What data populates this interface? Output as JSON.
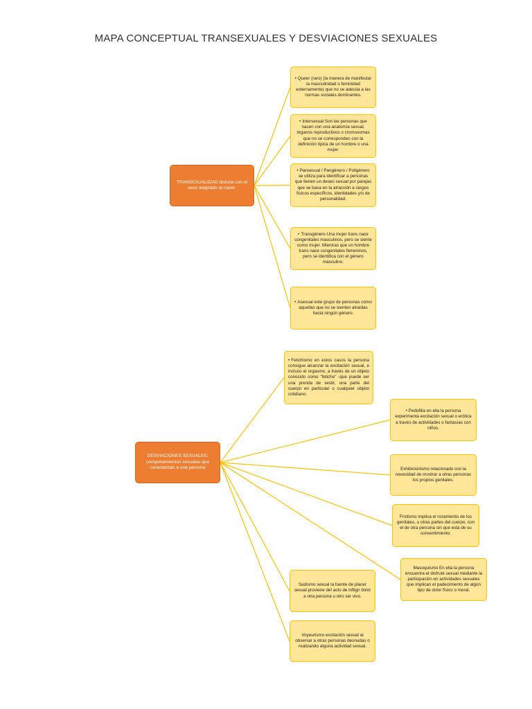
{
  "title": "MAPA CONCEPTUAL TRANSEXUALES Y DESVIACIONES SEXUALES",
  "colors": {
    "main_fill": "#ed7d31",
    "leaf_fill": "#ffe699",
    "leaf_border": "#ffc000",
    "connector": "#ffc000"
  },
  "groups": [
    {
      "main": "TRANSEXUALIDAD disforia con el sexo asignado al nacer.",
      "leaves": [
        "Queer (raro) (la manera de manifestar la masculinidad o feminidad externamente) que no se adecúa a las normas sociales dominantes.",
        "Intersexual Son las personas que nacen con una anatomía sexual, órganos reproductivos o cromosomas que no se corresponden con la definición típica de un hombre o una mujer.",
        "Pansexual / Pangénero / Poligénero se utiliza para identificar a personas que tienen un deseo sexual por parejas que se basa en la atracción a rasgos físicos específicos, identidades y/o de personalidad.",
        "Transgénero Una mujer trans nace congenitales masculinos, pero se siente como mujer. Mientras que un hombre trans nace congenitales femeninos, pero se identifica con el género masculino.",
        "Asexual este grupo de personas como aquellas que no se sienten atraídas hacia ningún género."
      ]
    },
    {
      "main": "DESVIACIONES SEXUALES: comportamientos sexuales que caracterizan a una persona",
      "leaves": [
        "Fetichismo en estos casos la persona consigue alcanzar la excitación sexual, e incluso el orgasmo, a través de un objeto conocido como \"fetiche\" -que puede ser una prenda de vestir, una parte del cuerpo en particular o cualquier objeto cotidiano.",
        "Pedofilia en ella la persona experimenta excitación sexual o erótica a través de actividades o fantasías con niños.",
        "Exhibicionismo relacionado con la necesidad de mostrar a otras personas los propios genitales.",
        "Frotismo implica el rozamiento de los genitales, u otras partes del cuerpo, con el de otra persona sin que esta de su consentimiento.",
        "Masoquismo En ella la persona encuentra el disfrute sexual mediante la participación en actividades sexuales que implican el padecimiento de algún tipo de dolor físico o moral.",
        "Sadismo sexual la fuente de placer sexual proviene del acto de infligir dolor a otra persona u otro ser vivo.",
        "Voyeurismo excitación sexual al observar a otras personas desnudas o realizando alguna actividad sexual."
      ]
    }
  ]
}
